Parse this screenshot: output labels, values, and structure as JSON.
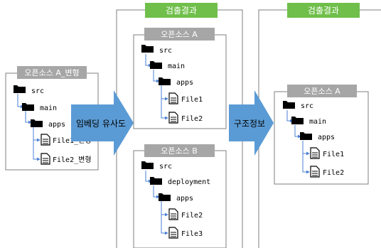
{
  "result_label": "검출결과",
  "arrows": {
    "embedding_similarity": "임베딩 유사도",
    "structure_info": "구조정보"
  },
  "left_tree": {
    "title": "오픈소스 A_변형",
    "nodes": [
      {
        "type": "folder",
        "label": "src"
      },
      {
        "type": "folder",
        "label": "main"
      },
      {
        "type": "folder",
        "label": "apps"
      },
      {
        "type": "file",
        "label": "File1_변형"
      },
      {
        "type": "file",
        "label": "File2_변형"
      }
    ]
  },
  "middle": {
    "tree_a": {
      "title": "오픈소스 A",
      "nodes": [
        {
          "type": "folder",
          "label": "src"
        },
        {
          "type": "folder",
          "label": "main"
        },
        {
          "type": "folder",
          "label": "apps"
        },
        {
          "type": "file",
          "label": "File1"
        },
        {
          "type": "file",
          "label": "File2"
        }
      ]
    },
    "tree_b": {
      "title": "오픈소스 B",
      "nodes": [
        {
          "type": "folder",
          "label": "src"
        },
        {
          "type": "folder",
          "label": "deployment"
        },
        {
          "type": "folder",
          "label": "apps"
        },
        {
          "type": "file",
          "label": "File2"
        },
        {
          "type": "file",
          "label": "File3"
        }
      ]
    }
  },
  "right": {
    "tree_a": {
      "title": "오픈소스 A",
      "nodes": [
        {
          "type": "folder",
          "label": "src"
        },
        {
          "type": "folder",
          "label": "main"
        },
        {
          "type": "folder",
          "label": "apps"
        },
        {
          "type": "file",
          "label": "File1"
        },
        {
          "type": "file",
          "label": "File2"
        }
      ]
    }
  },
  "colors": {
    "result_green": "#6fbf4a",
    "title_gray": "#a6a6a6",
    "arrow_blue": "#5b9bd5",
    "connector_blue": "#4a7fd4",
    "border": "#7f7f7f"
  }
}
